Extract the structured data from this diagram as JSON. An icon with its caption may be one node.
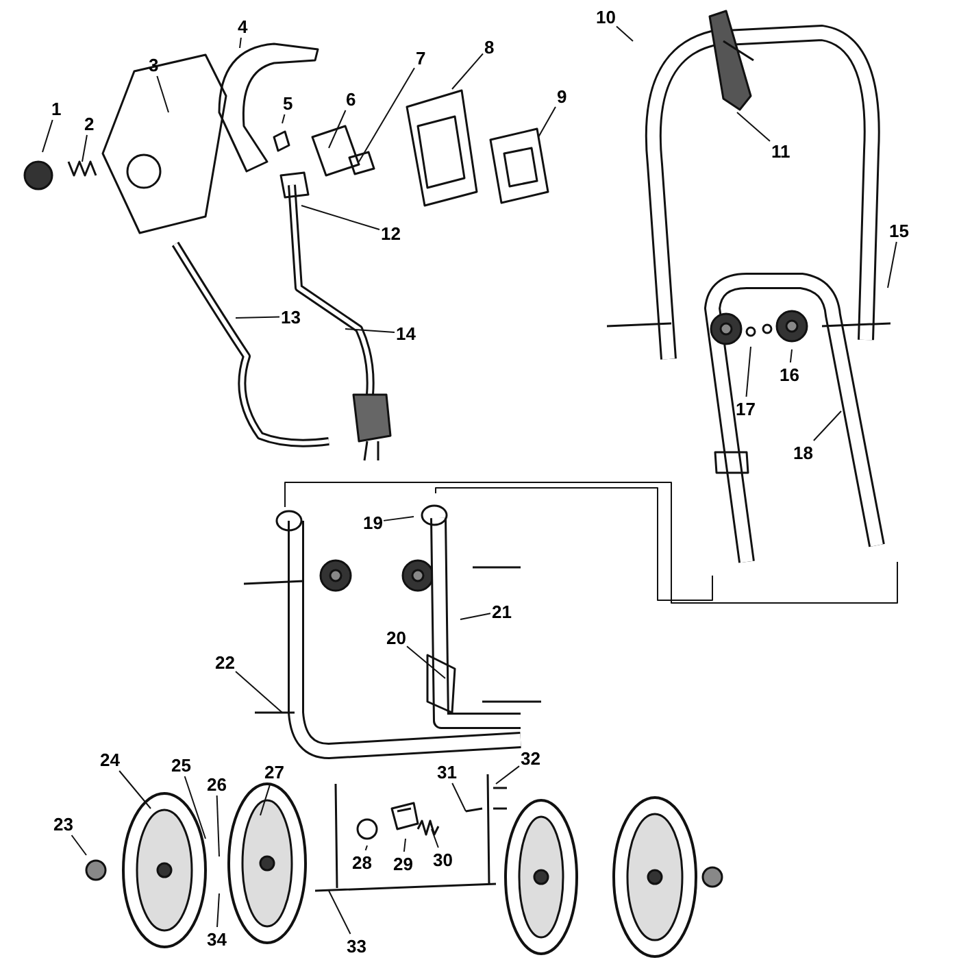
{
  "diagram": {
    "nodes": [
      {
        "text": [
          "1"
        ]
      },
      {
        "text": [
          "2"
        ]
      },
      {
        "text": [
          "3"
        ]
      },
      {
        "text": [
          "4"
        ]
      },
      {
        "text": [
          "5"
        ]
      },
      {
        "text": [
          "6"
        ]
      },
      {
        "text": [
          "7"
        ]
      },
      {
        "text": [
          "8"
        ]
      },
      {
        "text": [
          "9"
        ]
      },
      {
        "text": [
          "10"
        ]
      },
      {
        "text": [
          "11"
        ]
      },
      {
        "text": [
          "12"
        ]
      },
      {
        "text": [
          "13"
        ]
      },
      {
        "text": [
          "14"
        ]
      },
      {
        "text": [
          "15"
        ]
      },
      {
        "text": [
          "16"
        ]
      },
      {
        "text": [
          "17"
        ]
      },
      {
        "text": [
          "18"
        ]
      },
      {
        "text": [
          "19"
        ]
      },
      {
        "text": [
          "20"
        ]
      },
      {
        "text": [
          "21"
        ]
      },
      {
        "text": [
          "22"
        ]
      },
      {
        "text": [
          "23"
        ]
      },
      {
        "text": [
          "24"
        ]
      },
      {
        "text": [
          "25"
        ]
      },
      {
        "text": [
          "26"
        ]
      },
      {
        "text": [
          "27"
        ]
      },
      {
        "text": [
          "28"
        ]
      },
      {
        "text": [
          "29"
        ]
      },
      {
        "text": [
          "30"
        ]
      },
      {
        "text": [
          "31"
        ]
      },
      {
        "text": [
          "32"
        ]
      },
      {
        "text": [
          "33"
        ]
      },
      {
        "text": [
          "34"
        ]
      }
    ],
    "edges": [
      {
        "from": 0,
        "to": null,
        "arrow": "none"
      },
      {
        "from": 1,
        "to": null,
        "arrow": "none"
      },
      {
        "from": 2,
        "to": null,
        "arrow": "none"
      },
      {
        "from": 3,
        "to": null,
        "arrow": "none"
      },
      {
        "from": 4,
        "to": null,
        "arrow": "none"
      },
      {
        "from": 5,
        "to": null,
        "arrow": "none"
      },
      {
        "from": 6,
        "to": null,
        "arrow": "none"
      },
      {
        "from": 7,
        "to": null,
        "arrow": "none"
      },
      {
        "from": 8,
        "to": null,
        "arrow": "none"
      },
      {
        "from": 9,
        "to": null,
        "arrow": "none"
      },
      {
        "from": 10,
        "to": null,
        "arrow": "none"
      },
      {
        "from": 11,
        "to": null,
        "arrow": "none"
      },
      {
        "from": 12,
        "to": null,
        "arrow": "none"
      },
      {
        "from": 13,
        "to": null,
        "arrow": "none"
      },
      {
        "from": 14,
        "to": null,
        "arrow": "none"
      },
      {
        "from": 15,
        "to": null,
        "arrow": "none"
      },
      {
        "from": 16,
        "to": null,
        "arrow": "none"
      },
      {
        "from": 17,
        "to": null,
        "arrow": "none"
      },
      {
        "from": 18,
        "to": null,
        "arrow": "none"
      },
      {
        "from": 19,
        "to": null,
        "arrow": "none"
      },
      {
        "from": 20,
        "to": null,
        "arrow": "none"
      },
      {
        "from": 21,
        "to": null,
        "arrow": "none"
      },
      {
        "from": 22,
        "to": null,
        "arrow": "none"
      },
      {
        "from": 23,
        "to": null,
        "arrow": "none"
      },
      {
        "from": 24,
        "to": null,
        "arrow": "none"
      },
      {
        "from": 25,
        "to": null,
        "arrow": "none"
      },
      {
        "from": 26,
        "to": null,
        "arrow": "none"
      },
      {
        "from": 27,
        "to": null,
        "arrow": "none"
      },
      {
        "from": 28,
        "to": null,
        "arrow": "none"
      },
      {
        "from": 29,
        "to": null,
        "arrow": "none"
      },
      {
        "from": 30,
        "to": null,
        "arrow": "none"
      },
      {
        "from": 31,
        "to": null,
        "arrow": "none"
      },
      {
        "from": 32,
        "to": null,
        "arrow": "none"
      },
      {
        "from": 33,
        "to": null,
        "arrow": "none"
      }
    ]
  }
}
